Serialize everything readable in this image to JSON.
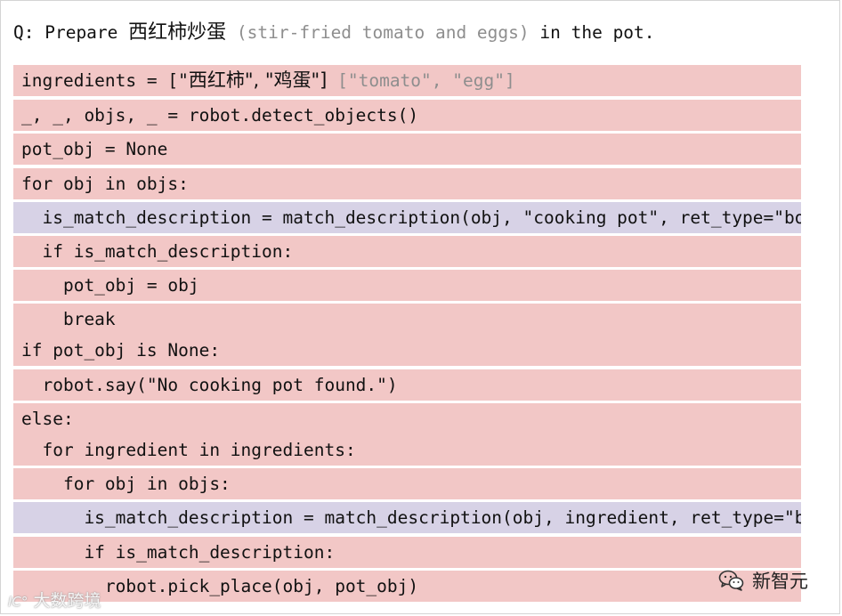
{
  "question": {
    "prefix": "Q: Prepare ",
    "dish_cn": "西红柿炒蛋",
    "dish_en": "(stir-fried tomato and eggs)",
    "suffix": "in the pot."
  },
  "code_lines": [
    {
      "text": "ingredients = [\"",
      "cn": "西红柿\", \"鸡蛋\"]",
      "gloss": " [\"tomato\", \"egg\"]",
      "highlight": "red"
    },
    {
      "text": "_, _, objs, _ = robot.detect_objects()",
      "highlight": "red"
    },
    {
      "text": "pot_obj = None",
      "highlight": "red"
    },
    {
      "text": "for obj in objs:",
      "highlight": "red"
    },
    {
      "text": "  is_match_description = match_description(obj, \"cooking pot\", ret_type=\"bool\")",
      "highlight": "blue"
    },
    {
      "text": "  if is_match_description:",
      "highlight": "red"
    },
    {
      "text": "    pot_obj = obj",
      "highlight": "red"
    },
    {
      "text": "    break",
      "highlight": "red"
    },
    {
      "text": "if pot_obj is None:",
      "highlight": "red"
    },
    {
      "text": "  robot.say(\"No cooking pot found.\")",
      "highlight": "red"
    },
    {
      "text": "else:",
      "highlight": "red"
    },
    {
      "text": "  for ingredient in ingredients:",
      "highlight": "red"
    },
    {
      "text": "    for obj in objs:",
      "highlight": "red"
    },
    {
      "text": "      is_match_description = match_description(obj, ingredient, ret_type=\"bool\")",
      "highlight": "blue"
    },
    {
      "text": "      if is_match_description:",
      "highlight": "red"
    },
    {
      "text": "        robot.pick_place(obj, pot_obj)",
      "highlight": "red"
    }
  ],
  "colors": {
    "red": "#f2c7c6",
    "blue": "#d7d2e6",
    "gloss": "#8e8e8e"
  },
  "watermarks": {
    "left": {
      "logo": "IC°",
      "text": "大数跨境"
    },
    "right": {
      "text": "新智元",
      "icon": "wechat-icon"
    }
  }
}
